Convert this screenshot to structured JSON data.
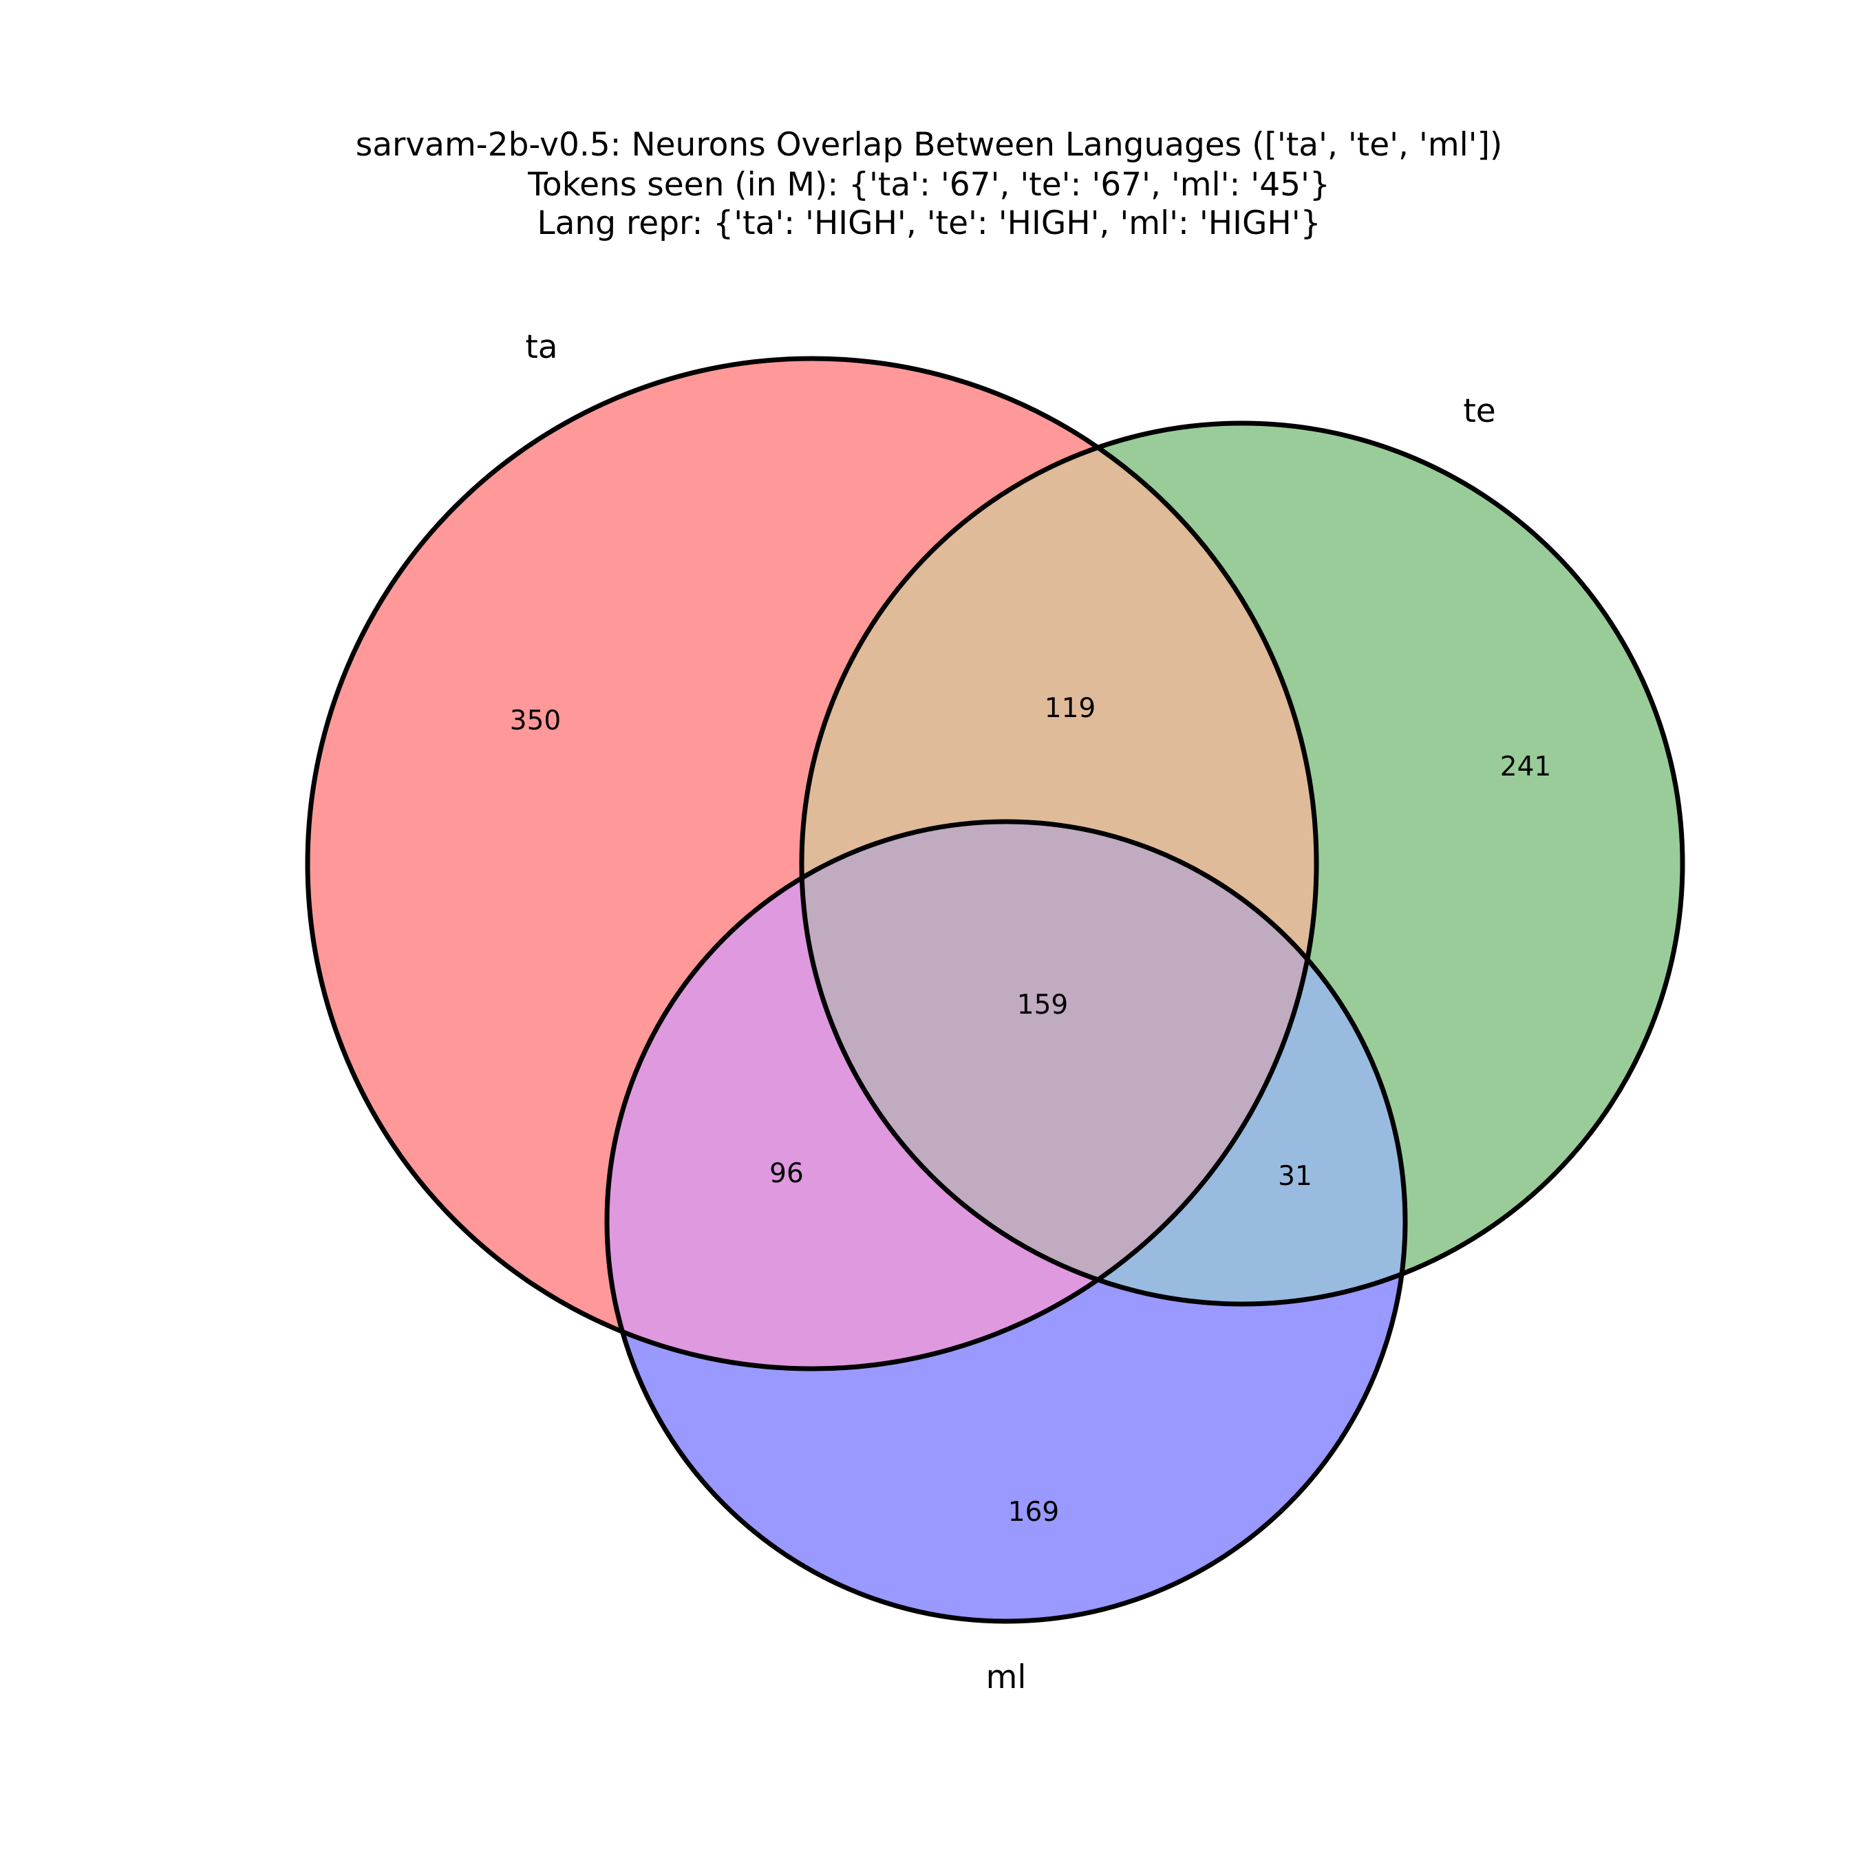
{
  "title": {
    "line1": "sarvam-2b-v0.5: Neurons Overlap Between Languages (['ta', 'te', 'ml'])",
    "line2": "Tokens seen (in M): {'ta': '67', 'te': '67', 'ml': '45'}",
    "line3": "Lang repr: {'ta': 'HIGH', 'te': 'HIGH', 'ml': 'HIGH'}"
  },
  "sets": [
    {
      "name": "ta",
      "color": "#ff0000"
    },
    {
      "name": "te",
      "color": "#008000"
    },
    {
      "name": "ml",
      "color": "#0000ff"
    }
  ],
  "regions": {
    "ta_only": "350",
    "te_only": "241",
    "ml_only": "169",
    "ta_te": "119",
    "ta_ml": "96",
    "te_ml": "31",
    "ta_te_ml": "159"
  },
  "region_colors": {
    "ta_only": "#ff9999",
    "te_only": "#99cc99",
    "ml_only": "#9999ff",
    "ta_te": "#e0bb99",
    "ta_ml": "#df99df",
    "te_ml": "#99bbdf",
    "ta_te_ml": "#c0abc0"
  }
}
